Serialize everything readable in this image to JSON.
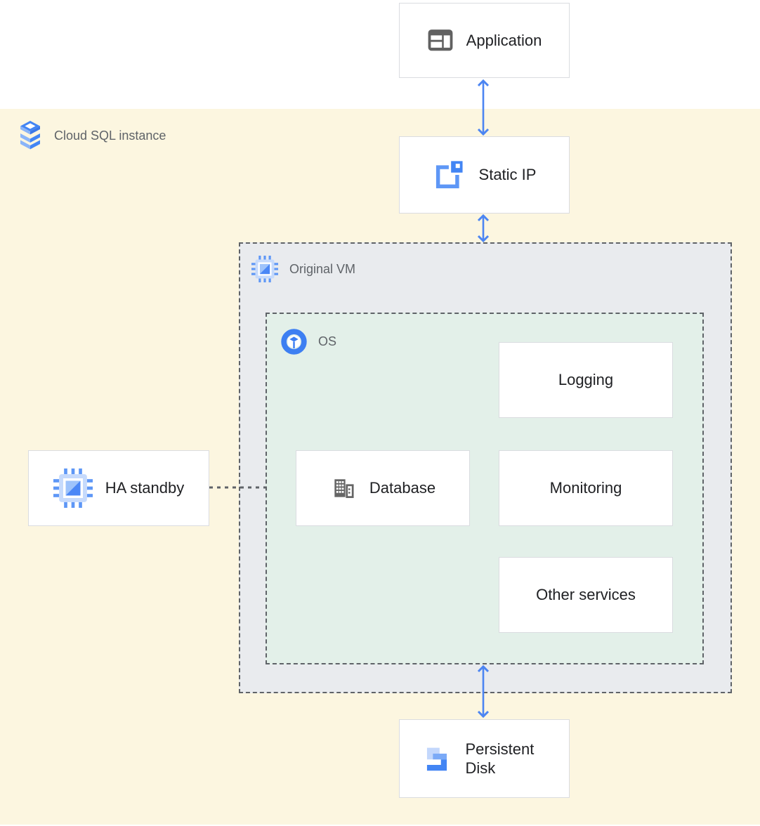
{
  "region": {
    "label": "Cloud SQL instance"
  },
  "vm_group": {
    "label": "Original VM"
  },
  "os_group": {
    "label": "OS"
  },
  "nodes": {
    "application": "Application",
    "static_ip": "Static IP",
    "logging": "Logging",
    "database": "Database",
    "monitoring": "Monitoring",
    "other_services": "Other services",
    "ha_standby": "HA standby",
    "persistent_disk": "Persistent Disk"
  },
  "icons": {
    "cloud_sql": "cloud-sql-stacked-layers-icon",
    "application": "app-window-icon",
    "static_ip": "external-ip-square-icon",
    "original_vm": "compute-engine-chip-icon",
    "ha_standby": "compute-engine-chip-icon",
    "os": "os-cube-ring-icon",
    "database": "building-icon",
    "persistent_disk": "persistent-disk-s-icon"
  },
  "colors": {
    "region_background": "#fcf6e0",
    "vm_group_background": "#e9ebee",
    "os_group_background": "#e3f0e9",
    "node_border": "#dadce0",
    "dashed_border": "#5f6368",
    "arrow": "#4c85f2",
    "node_text": "#202124",
    "area_label_text": "#5f6368",
    "icon_blue_dark": "#4285f4",
    "icon_blue_mid": "#7baaf7",
    "icon_blue_light": "#c6dafc",
    "icon_gray": "#616161"
  }
}
